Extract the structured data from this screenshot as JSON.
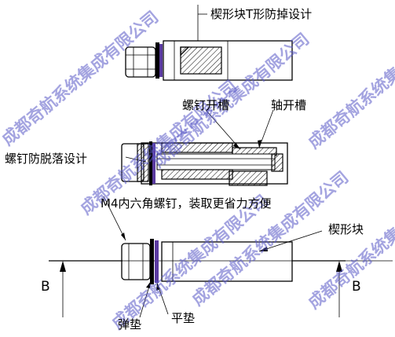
{
  "labels": {
    "top": "楔形块T形防掉设计",
    "screw_slot": "螺钉开槽",
    "shaft_slot": "轴开槽",
    "screw_anti_drop": "螺钉防脱落设计",
    "m4_screw": "M4内六角螺钉，装取更省力方便",
    "wedge_block": "楔形块",
    "spring_washer": "弹垫",
    "flat_washer": "平垫",
    "section_left": "B",
    "section_right": "B"
  },
  "watermark": "成都奇航系统集成有限公司",
  "colors": {
    "washer_purple": "#5a3aa0",
    "watermark": "#5a5ac8"
  }
}
